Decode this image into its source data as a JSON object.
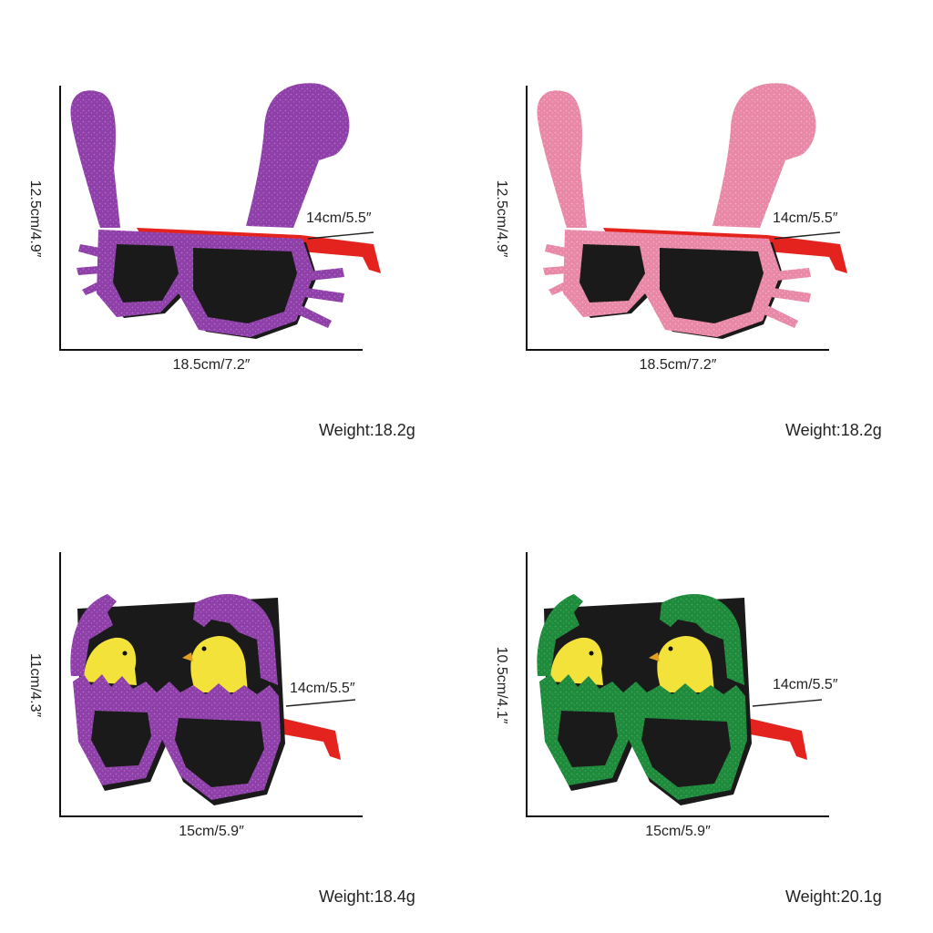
{
  "products": [
    {
      "style": "bunny",
      "frame_color": "#8e3fa8",
      "frame_highlight": "#b06cc8",
      "arm_color": "#e5231e",
      "width_label": "18.5cm/7.2″",
      "height_label": "12.5cm/4.9″",
      "arm_label": "14cm/5.5″",
      "weight_label": "Weight:18.2g"
    },
    {
      "style": "bunny",
      "frame_color": "#e887a6",
      "frame_highlight": "#f4b0c6",
      "arm_color": "#e5231e",
      "width_label": "18.5cm/7.2″",
      "height_label": "12.5cm/4.9″",
      "arm_label": "14cm/5.5″",
      "weight_label": "Weight:18.2g"
    },
    {
      "style": "chick",
      "frame_color": "#8e3fa8",
      "frame_highlight": "#b06cc8",
      "arm_color": "#e5231e",
      "chick_color": "#f3e23a",
      "width_label": "15cm/5.9″",
      "height_label": "11cm/4.3″",
      "arm_label": "14cm/5.5″",
      "weight_label": "Weight:18.4g"
    },
    {
      "style": "chick",
      "frame_color": "#1f8a3c",
      "frame_highlight": "#3aa957",
      "arm_color": "#e5231e",
      "chick_color": "#f3e23a",
      "width_label": "15cm/5.9″",
      "height_label": "10.5cm/4.1″",
      "arm_label": "14cm/5.5″",
      "weight_label": "Weight:20.1g"
    }
  ]
}
